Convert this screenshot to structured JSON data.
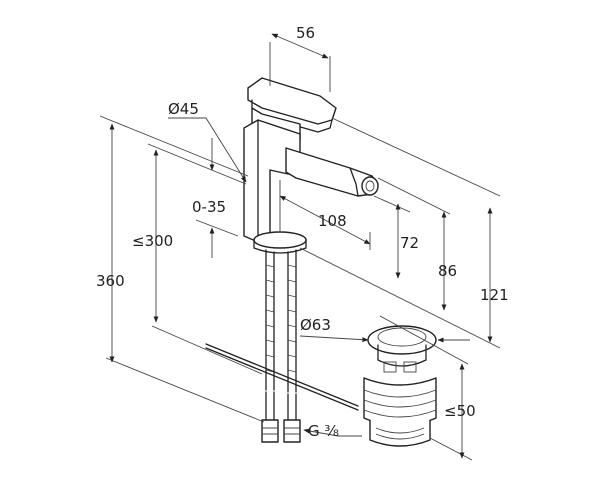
{
  "dimensions": {
    "d56": "56",
    "d45": "Ø45",
    "d035": "0-35",
    "d108": "108",
    "d300": "≤300",
    "d360": "360",
    "d72": "72",
    "d86": "86",
    "d121": "121",
    "d63": "Ø63",
    "d50": "≤50",
    "thread": "G ⅜"
  }
}
